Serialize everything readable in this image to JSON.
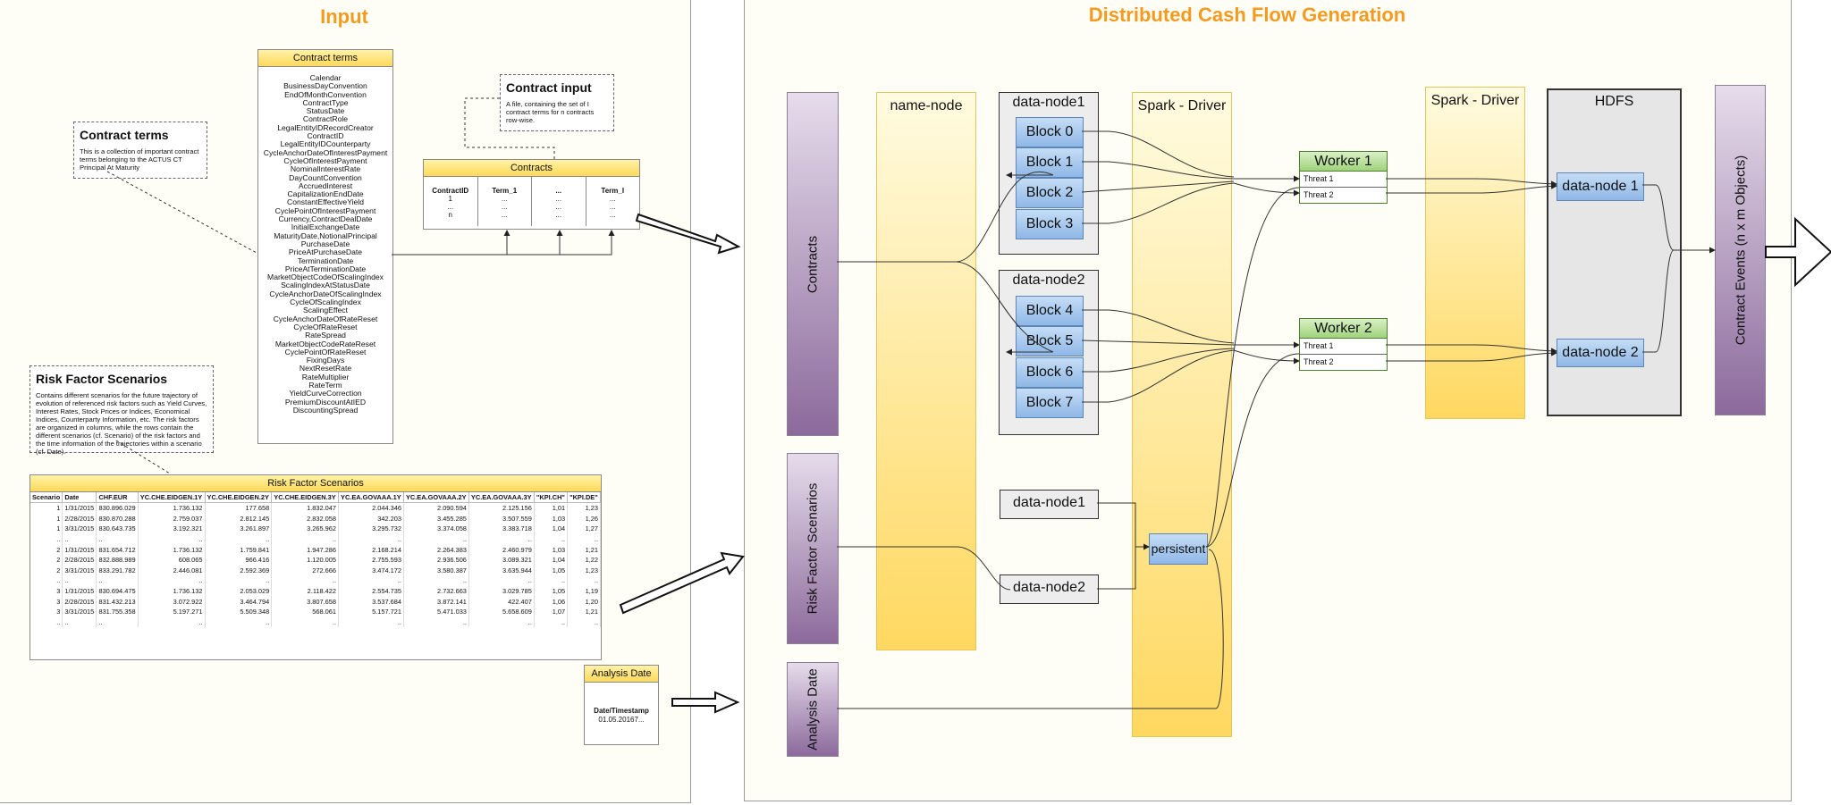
{
  "input_title": "Input",
  "dist_title": "Distributed Cash Flow Generation",
  "contract_terms_box": {
    "header": "Contract terms",
    "terms": [
      "Calendar",
      "BusinessDayConvention",
      "EndOfMonthConvention",
      "ContractType",
      "StatusDate",
      "ContractRole",
      "LegalEntityIDRecordCreator",
      "ContractID",
      "LegalEntityIDCounterparty",
      "CycleAnchorDateOfInterestPayment",
      "CycleOfInterestPayment",
      "NominalInterestRate",
      "DayCountConvention",
      "AccruedInterest",
      "CapitalizationEndDate",
      "ConstantEffectiveYield",
      "CyclePointOfInterestPayment",
      "Currency,ContractDealDate",
      "InitialExchangeDate",
      "MaturityDate,NotionalPrincipal",
      "PurchaseDate",
      "PriceAtPurchaseDate",
      "TerminationDate",
      "PriceAtTerminationDate",
      "MarketObjectCodeOfScalingIndex",
      "ScalingIndexAtStatusDate",
      "CycleAnchorDateOfScalingIndex",
      "CycleOfScalingIndex",
      "ScalingEffect",
      "CycleAnchorDateOfRateReset",
      "CycleOfRateReset",
      "RateSpread",
      "MarketObjectCodeRateReset",
      "CyclePointOfRateReset",
      "FixingDays",
      "NextResetRate",
      "RateMultiplier",
      "RateTerm",
      "YieldCurveCorrection",
      "PremiumDiscountAtIED",
      "DiscountingSpread"
    ]
  },
  "contract_terms_note": {
    "title": "Contract terms",
    "body": "This is a collection of important contract terms belonging to the ACTUS CT Principal At Maturity"
  },
  "contract_input_note": {
    "title": "Contract input",
    "body": "A file, containing the set of I contract terms for n contracts row-wise."
  },
  "contracts_table": {
    "header": "Contracts",
    "cols": [
      {
        "head": "ContractID",
        "rows": [
          "1",
          "...",
          "n"
        ]
      },
      {
        "head": "Term_1",
        "rows": [
          "...",
          "...",
          "..."
        ]
      },
      {
        "head": "...",
        "rows": [
          "...",
          "...",
          "..."
        ]
      },
      {
        "head": "Term_I",
        "rows": [
          "...",
          "...",
          "..."
        ]
      }
    ]
  },
  "risk_factor_note": {
    "title": "Risk Factor Scenarios",
    "body": "Contains different scenarios for the future trajectory of evolution of referenced risk factors such as Yield Curves, Interest Rates, Stock Prices or Indices, Economical Indices, Counterparty Information, etc. The risk factors are organized in columns, while the rows contain the different scenarios (cf. Scenario) of the risk factors and the time information of the trajectories within a scenario (cf. Date)."
  },
  "risk_factor_table": {
    "header": "Risk Factor Scenarios",
    "columns": [
      "Scenario",
      "Date",
      "CHF.EUR",
      "YC.CHE.EIDGEN.1Y",
      "YC.CHE.EIDGEN.2Y",
      "YC.CHE.EIDGEN.3Y",
      "YC.EA.GOVAAA.1Y",
      "YC.EA.GOVAAA.2Y",
      "YC.EA.GOVAAA.3Y",
      "\"KPI.CH\"",
      "\"KPI.DE\""
    ],
    "rows": [
      [
        "1",
        "1/31/2015",
        "830.896.029",
        "1.736.132",
        "177.658",
        "1.832.047",
        "2.044.346",
        "2.090.594",
        "2.125.156",
        "1,01",
        "1,23"
      ],
      [
        "1",
        "2/28/2015",
        "830.870.288",
        "2.759.037",
        "2.812.145",
        "2.832.058",
        "342.203",
        "3.455.285",
        "3.507.559",
        "1,03",
        "1,26"
      ],
      [
        "1",
        "3/31/2015",
        "830.643.735",
        "3.192.321",
        "3.261.897",
        "3.265.962",
        "3.295.732",
        "3.374.058",
        "3.383.718",
        "1,04",
        "1,27"
      ],
      [
        "..",
        "..",
        "..",
        "..",
        "..",
        "..",
        "..",
        "..",
        "..",
        "..",
        ".."
      ],
      [
        "2",
        "1/31/2015",
        "831.654.712",
        "1.736.132",
        "1.759.841",
        "1.947.286",
        "2.168.214",
        "2.264.383",
        "2.460.979",
        "1,03",
        "1,21"
      ],
      [
        "2",
        "2/28/2015",
        "832.888.989",
        "608.065",
        "966.416",
        "1.120.005",
        "2.755.593",
        "2.936.506",
        "3.089.321",
        "1,04",
        "1,22"
      ],
      [
        "2",
        "3/31/2015",
        "833.291.782",
        "2.446.081",
        "2.592.369",
        "272.666",
        "3.474.172",
        "3.580.387",
        "3.635.944",
        "1,05",
        "1,23"
      ],
      [
        "..",
        "..",
        "..",
        "..",
        "..",
        "..",
        "..",
        "..",
        "..",
        "..",
        ".."
      ],
      [
        "3",
        "1/31/2015",
        "830.694.475",
        "1.736.132",
        "2.053.029",
        "2.118.422",
        "2.554.735",
        "2.732.663",
        "3.029.785",
        "1,05",
        "1,19"
      ],
      [
        "3",
        "2/28/2015",
        "831.432.213",
        "3.072.922",
        "3.464.794",
        "3.807.658",
        "3.537.684",
        "3.872.141",
        "422.407",
        "1,06",
        "1,20"
      ],
      [
        "3",
        "3/31/2015",
        "831.755.358",
        "5.197.271",
        "5.509.348",
        "568.061",
        "5.157.721",
        "5.471.033",
        "5.658.609",
        "1,07",
        "1,21"
      ],
      [
        "..",
        "..",
        "..",
        "..",
        "..",
        "..",
        "..",
        "..",
        "..",
        "..",
        ".."
      ]
    ]
  },
  "analysis_date_box": {
    "header": "Analysis Date",
    "label": "Date/Timestamp",
    "value": "01.05.20167..."
  },
  "dist": {
    "contracts": "Contracts",
    "risk_factor_scenarios": "Risk Factor Scenarios",
    "analysis_date": "Analysis Date",
    "name_node": "name-node",
    "spark_driver_1": "Spark - Driver",
    "spark_driver_2": "Spark - Driver",
    "hdfs": "HDFS",
    "contract_events": "Contract Events (n x m Objects)",
    "data_node1": "data-node1",
    "data_node2": "data-node2",
    "blocks": [
      "Block 0",
      "Block 1",
      "Block 2",
      "Block 3",
      "Block 4",
      "Block 5",
      "Block 6",
      "Block 7"
    ],
    "lower_data_node1": "data-node1",
    "lower_data_node2": "data-node2",
    "persistent": "persistent",
    "worker1": {
      "title": "Worker 1",
      "threads": [
        "Threat 1",
        "Threat 2"
      ]
    },
    "worker2": {
      "title": "Worker 2",
      "threads": [
        "Threat 1",
        "Threat 2"
      ]
    },
    "hdfs_node1": "data-node 1",
    "hdfs_node2": "data-node 2"
  }
}
